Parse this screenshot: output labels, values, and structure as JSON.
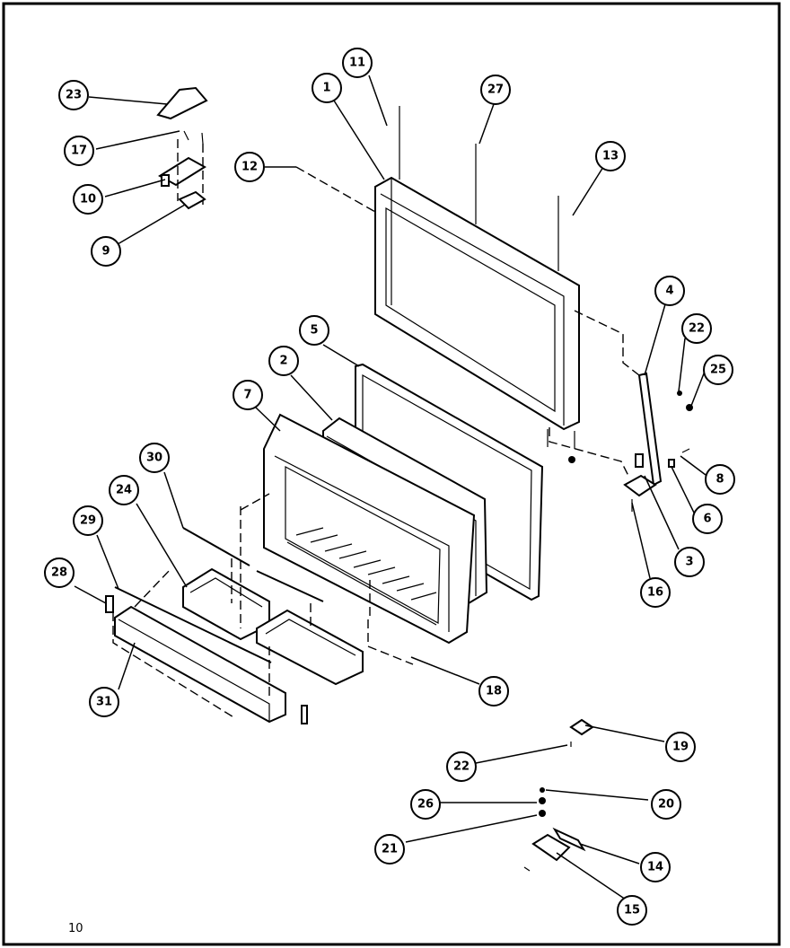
{
  "page_number": "10",
  "callouts": [
    {
      "label": "23"
    },
    {
      "label": "17"
    },
    {
      "label": "10"
    },
    {
      "label": "9"
    },
    {
      "label": "11"
    },
    {
      "label": "1"
    },
    {
      "label": "27"
    },
    {
      "label": "12"
    },
    {
      "label": "13"
    },
    {
      "label": "4"
    },
    {
      "label": "22"
    },
    {
      "label": "25"
    },
    {
      "label": "5"
    },
    {
      "label": "2"
    },
    {
      "label": "7"
    },
    {
      "label": "8"
    },
    {
      "label": "6"
    },
    {
      "label": "3"
    },
    {
      "label": "16"
    },
    {
      "label": "30"
    },
    {
      "label": "24"
    },
    {
      "label": "29"
    },
    {
      "label": "28"
    },
    {
      "label": "31"
    },
    {
      "label": "18"
    },
    {
      "label": "19"
    },
    {
      "label": "22"
    },
    {
      "label": "20"
    },
    {
      "label": "26"
    },
    {
      "label": "21"
    },
    {
      "label": "14"
    },
    {
      "label": "15"
    }
  ]
}
